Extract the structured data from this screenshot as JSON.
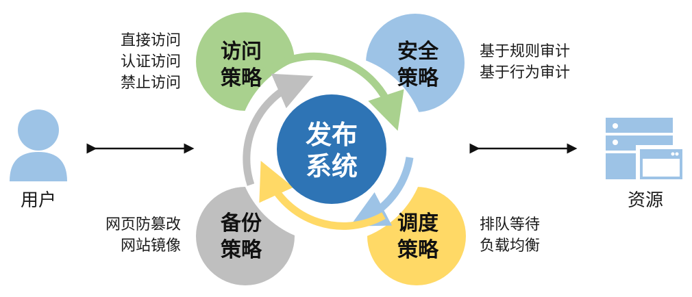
{
  "center": {
    "line1": "发布",
    "line2": "系统",
    "color": "#2E74B5"
  },
  "petals": {
    "access": {
      "line1": "访问",
      "line2": "策略",
      "color": "#A9D18E"
    },
    "security": {
      "line1": "安全",
      "line2": "策略",
      "color": "#9DC3E6"
    },
    "schedule": {
      "line1": "调度",
      "line2": "策略",
      "color": "#FFD966"
    },
    "backup": {
      "line1": "备份",
      "line2": "策略",
      "color": "#BFBFBF"
    }
  },
  "descriptions": {
    "access": [
      "直接访问",
      "认证访问",
      "禁止访问"
    ],
    "security": [
      "基于规则审计",
      "基于行为审计"
    ],
    "schedule": [
      "排队等待",
      "负载均衡"
    ],
    "backup": [
      "网页防篡改",
      "网站镜像"
    ]
  },
  "user": {
    "label": "用户",
    "icon": "user-icon",
    "color": "#9DC3E6"
  },
  "resource": {
    "label": "资源",
    "icon": "resource-icon",
    "color": "#9DC3E6"
  }
}
